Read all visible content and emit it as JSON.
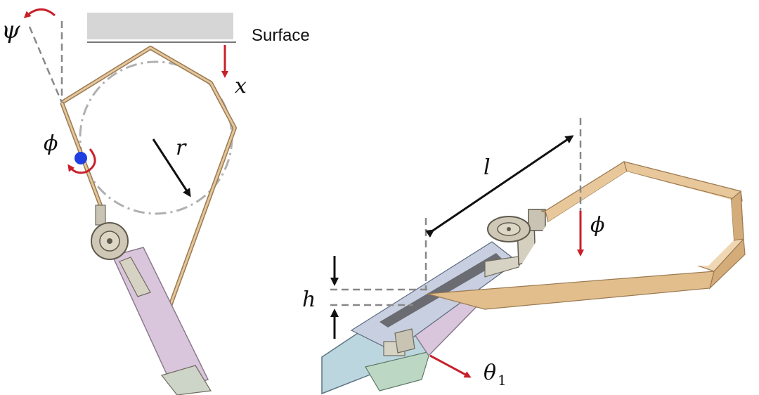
{
  "labels": {
    "surface": "Surface",
    "psi": "ψ",
    "x": "x",
    "phi_left": "ϕ",
    "r": "r",
    "l": "l",
    "phi_right": "ϕ",
    "h": "h",
    "theta": "θ",
    "theta_sub": "1"
  },
  "colors": {
    "arrow_red": "#c8202a",
    "arrow_black": "#111111",
    "pivot_blue": "#1f3fe0",
    "flexure_tan": "#d9b58a",
    "flexure_edge": "#9b7a52",
    "surface_gray": "#d6d6d6",
    "pink_plate": "#d9c6dc",
    "blue_plate": "#bcd6df",
    "green_plate": "#bcd8c4",
    "dashed_gray": "#888888"
  }
}
